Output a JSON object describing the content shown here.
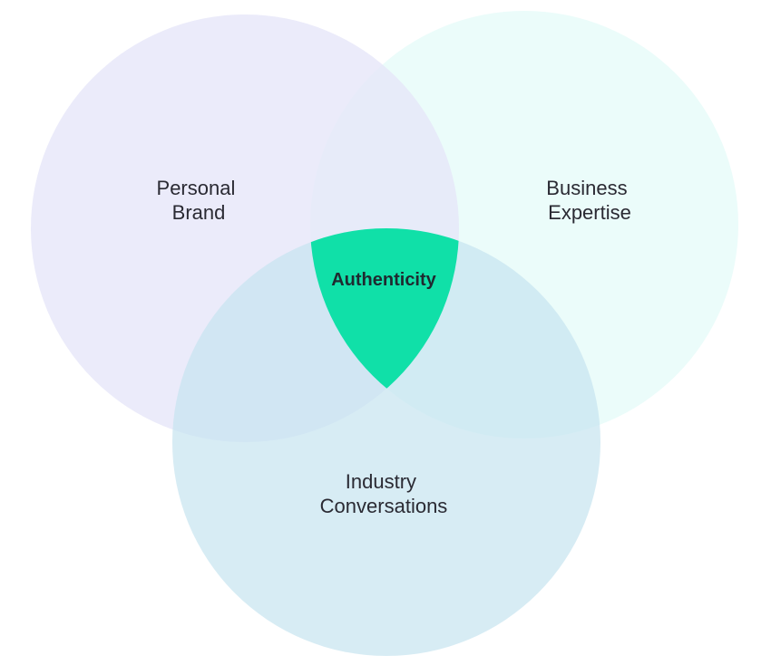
{
  "diagram": {
    "type": "venn",
    "sets": [
      {
        "id": "personal-brand",
        "lines": [
          "Personal",
          "Brand"
        ],
        "color": "#e9e8f8"
      },
      {
        "id": "business-expertise",
        "lines": [
          "Business",
          "Expertise"
        ],
        "color": "#e7fbf9"
      },
      {
        "id": "industry-conversations",
        "lines": [
          "Industry",
          "Conversations"
        ],
        "color": "#cfe8f1"
      }
    ],
    "intersection": {
      "label": "Authenticity",
      "color": "#10e0a8"
    }
  }
}
